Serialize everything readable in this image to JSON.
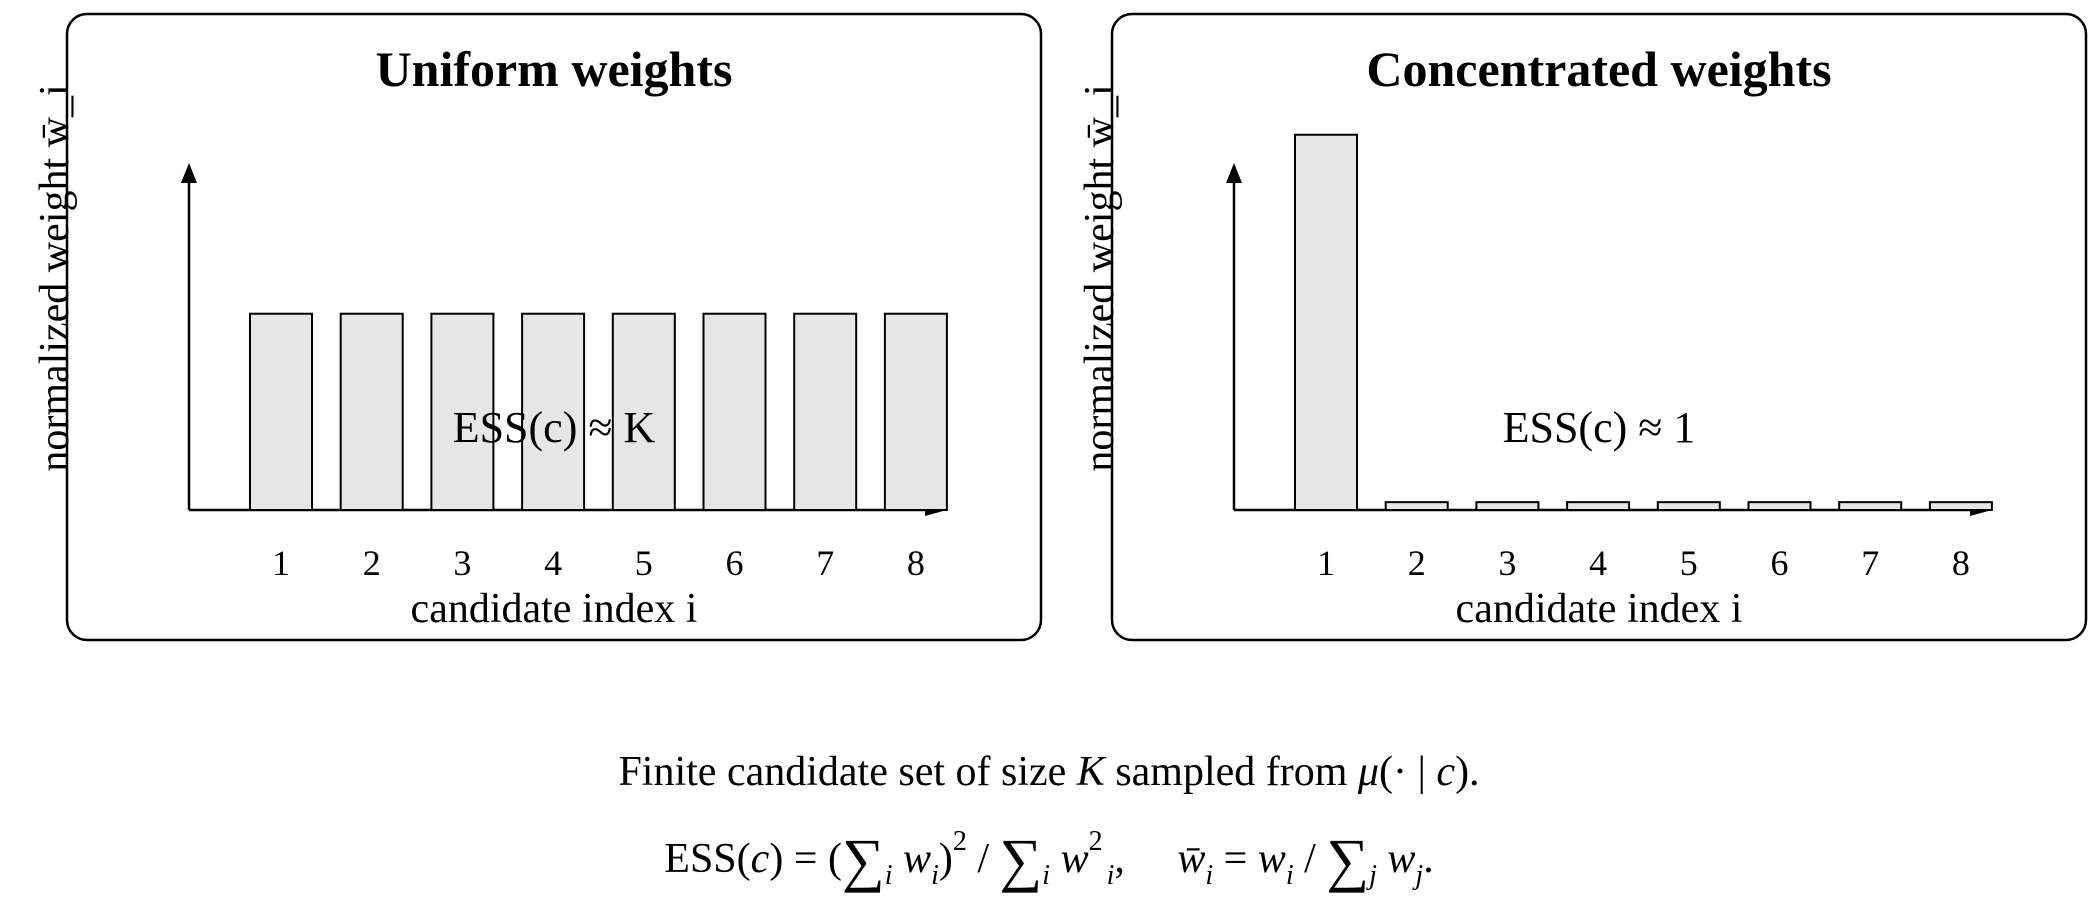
{
  "chart_data": [
    {
      "type": "bar",
      "title": "Uniform weights",
      "xlabel": "candidate index i",
      "ylabel": "normalized weight w̄_i",
      "categories": [
        "1",
        "2",
        "3",
        "4",
        "5",
        "6",
        "7",
        "8"
      ],
      "values": [
        0.125,
        0.125,
        0.125,
        0.125,
        0.125,
        0.125,
        0.125,
        0.125
      ],
      "annotation": "ESS(c) ≈ K",
      "ylim": [
        0,
        0.221
      ],
      "grid": false
    },
    {
      "type": "bar",
      "title": "Concentrated weights",
      "xlabel": "candidate index i",
      "ylabel": "normalized weight w̄_i",
      "categories": [
        "1",
        "2",
        "3",
        "4",
        "5",
        "6",
        "7",
        "8"
      ],
      "values": [
        0.239,
        0.005,
        0.005,
        0.005,
        0.005,
        0.005,
        0.005,
        0.005
      ],
      "annotation": "ESS(c) ≈ 1",
      "ylim": [
        0,
        0.221
      ],
      "grid": false
    }
  ],
  "caption": {
    "line1_a": "Finite candidate set of size ",
    "line1_K": "K",
    "line1_b": " sampled from ",
    "line1_mu": "μ",
    "line1_c": "(· | ",
    "line1_cvar": "c",
    "line1_d": ").",
    "line2": {
      "ess": "ESS(",
      "c": "c",
      "eq": ") = (",
      "sum": "∑",
      "i": "i",
      "w": "w",
      "close": ")",
      "two": "2",
      "slash": " / ",
      "comma": ",     ",
      "wbar": "w̄",
      "eq2": " = ",
      "j": "j",
      "period": "."
    }
  },
  "colors": {
    "bar_fill": "#e6e6e6",
    "stroke": "#000000"
  }
}
